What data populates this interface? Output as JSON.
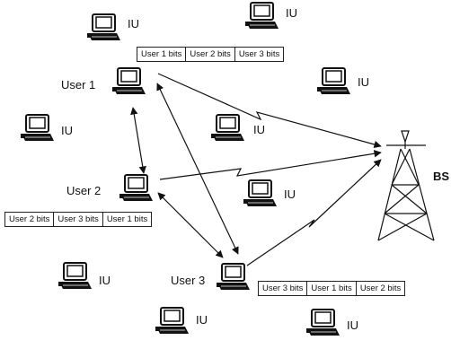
{
  "labels": {
    "iu": "IU",
    "user1": "User 1",
    "user2": "User 2",
    "user3": "User 3",
    "bs": "BS"
  },
  "bit_sequences": {
    "user1": [
      "User 1 bits",
      "User 2 bits",
      "User  3 bits"
    ],
    "user2": [
      "User 2 bits",
      "User 3 bits",
      "User  1 bits"
    ],
    "user3": [
      "User 3 bits",
      "User 1 bits",
      "User  2 bits"
    ]
  },
  "icons": {
    "terminal": "laptop-icon",
    "base_station": "antenna-tower-icon"
  }
}
